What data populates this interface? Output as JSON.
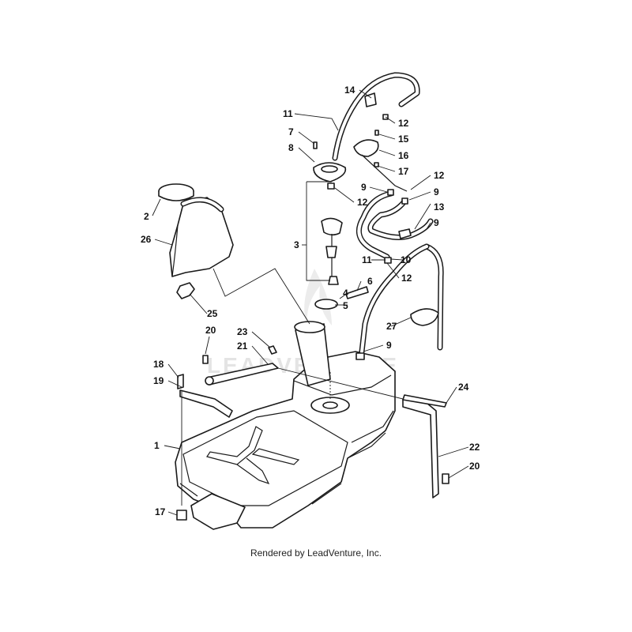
{
  "watermark": {
    "text": "LEADVENTURE"
  },
  "credit": "Rendered by LeadVenture, Inc.",
  "callouts": {
    "c1": "1",
    "c2": "2",
    "c3": "3",
    "c4": "4",
    "c5": "5",
    "c6": "6",
    "c7": "7",
    "c8": "8",
    "c9a": "9",
    "c9b": "9",
    "c9c": "9",
    "c9d": "9",
    "c10": "10",
    "c11a": "11",
    "c11b": "11",
    "c12a": "12",
    "c12b": "12",
    "c12c": "12",
    "c12d": "12",
    "c13": "13",
    "c14": "14",
    "c15": "15",
    "c16": "16",
    "c17a": "17",
    "c17b": "17",
    "c18": "18",
    "c19": "19",
    "c20a": "20",
    "c20b": "20",
    "c21": "21",
    "c22": "22",
    "c23": "23",
    "c24": "24",
    "c25": "25",
    "c26": "26",
    "c27": "27"
  }
}
